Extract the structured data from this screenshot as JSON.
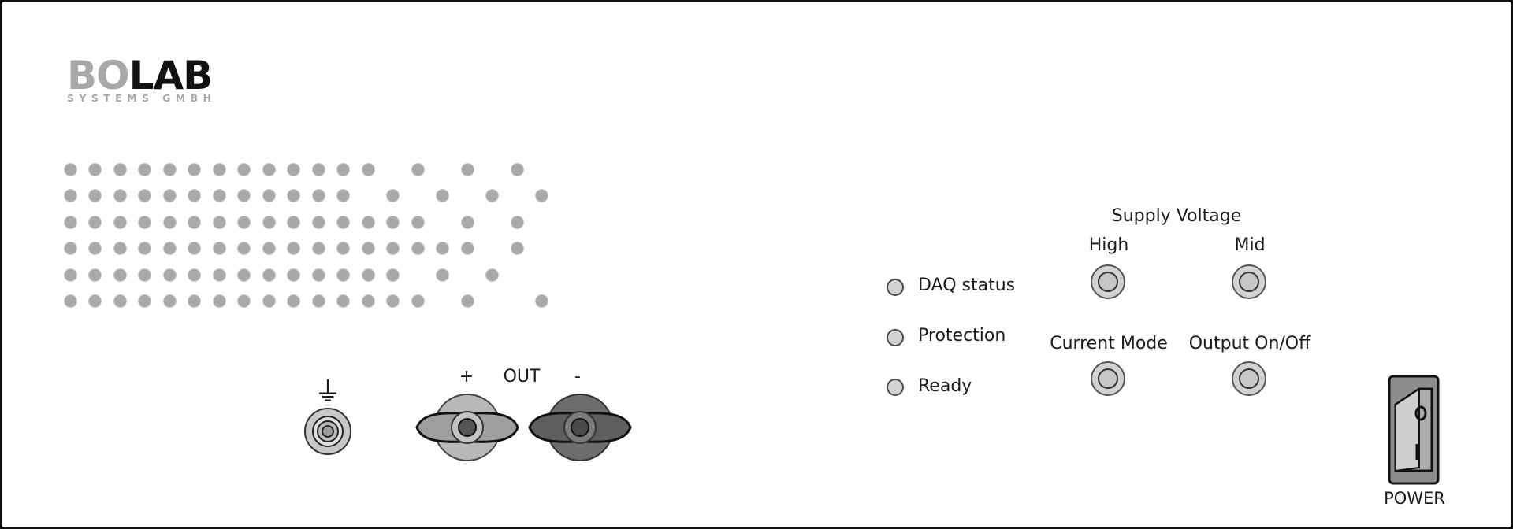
{
  "logo": {
    "word_part1": "BO",
    "word_part2": "LAB",
    "subtitle": "SYSTEMS GMBH"
  },
  "leds": [
    {
      "label": "DAQ status"
    },
    {
      "label": "Protection"
    },
    {
      "label": "Ready"
    }
  ],
  "supply_voltage": {
    "title": "Supply Voltage",
    "high_label": "High",
    "mid_label": "Mid"
  },
  "controls": {
    "current_mode_label": "Current Mode",
    "output_label": "Output On/Off"
  },
  "output_terminals": {
    "plus_label": "+",
    "out_label": "OUT",
    "minus_label": "-"
  },
  "ground_symbol": "⏚",
  "power": {
    "label": "POWER",
    "switch_top_symbol": "O",
    "switch_bottom_symbol": "I"
  },
  "colors": {
    "panel_border": "#111111",
    "led_fill": "#d3d3d3",
    "dot_fill": "#a9a9a9",
    "terminal_plus": "#aaaaaa",
    "terminal_minus": "#666666"
  }
}
